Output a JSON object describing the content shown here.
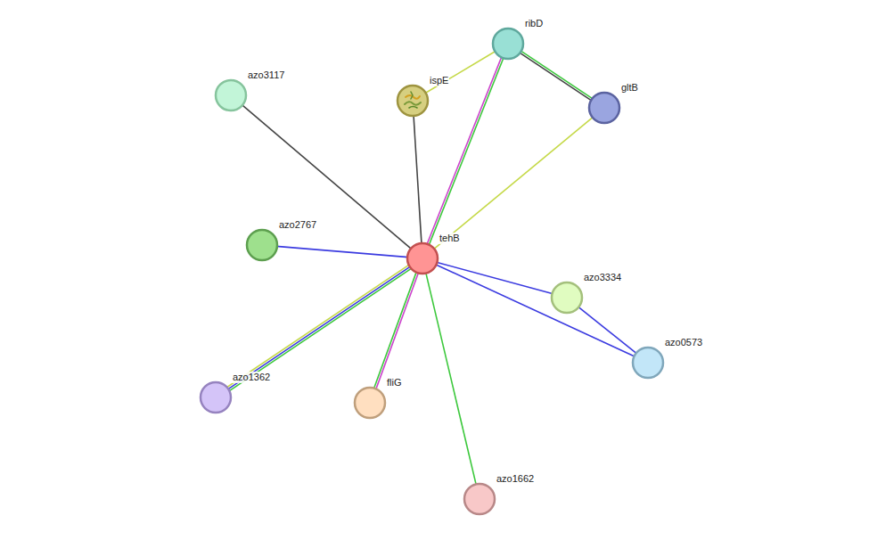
{
  "diagram": {
    "nodes": [
      {
        "text": [
          "ribD"
        ]
      },
      {
        "text": [
          "ispE"
        ]
      },
      {
        "text": [
          "azo3117"
        ]
      },
      {
        "text": [
          "gltB"
        ]
      },
      {
        "text": [
          "tehB"
        ]
      },
      {
        "text": [
          "azo2767"
        ]
      },
      {
        "text": [
          "azo3334"
        ]
      },
      {
        "text": [
          "azo0573"
        ]
      },
      {
        "text": [
          "azo1362"
        ]
      },
      {
        "text": [
          "fliG"
        ]
      },
      {
        "text": [
          "azo1662"
        ]
      }
    ],
    "edges": [
      {
        "from": 1,
        "to": 0,
        "arrow": "none"
      },
      {
        "from": 0,
        "to": 3,
        "arrow": "none"
      },
      {
        "from": 0,
        "to": 4,
        "arrow": "none"
      },
      {
        "from": 3,
        "to": 4,
        "arrow": "none"
      },
      {
        "from": 1,
        "to": 4,
        "arrow": "none"
      },
      {
        "from": 2,
        "to": 4,
        "arrow": "none"
      },
      {
        "from": 5,
        "to": 4,
        "arrow": "none"
      },
      {
        "from": 4,
        "to": 6,
        "arrow": "none"
      },
      {
        "from": 4,
        "to": 7,
        "arrow": "none"
      },
      {
        "from": 6,
        "to": 7,
        "arrow": "none"
      },
      {
        "from": 4,
        "to": 8,
        "arrow": "none"
      },
      {
        "from": 4,
        "to": 9,
        "arrow": "none"
      },
      {
        "from": 4,
        "to": 10,
        "arrow": "none"
      }
    ]
  }
}
